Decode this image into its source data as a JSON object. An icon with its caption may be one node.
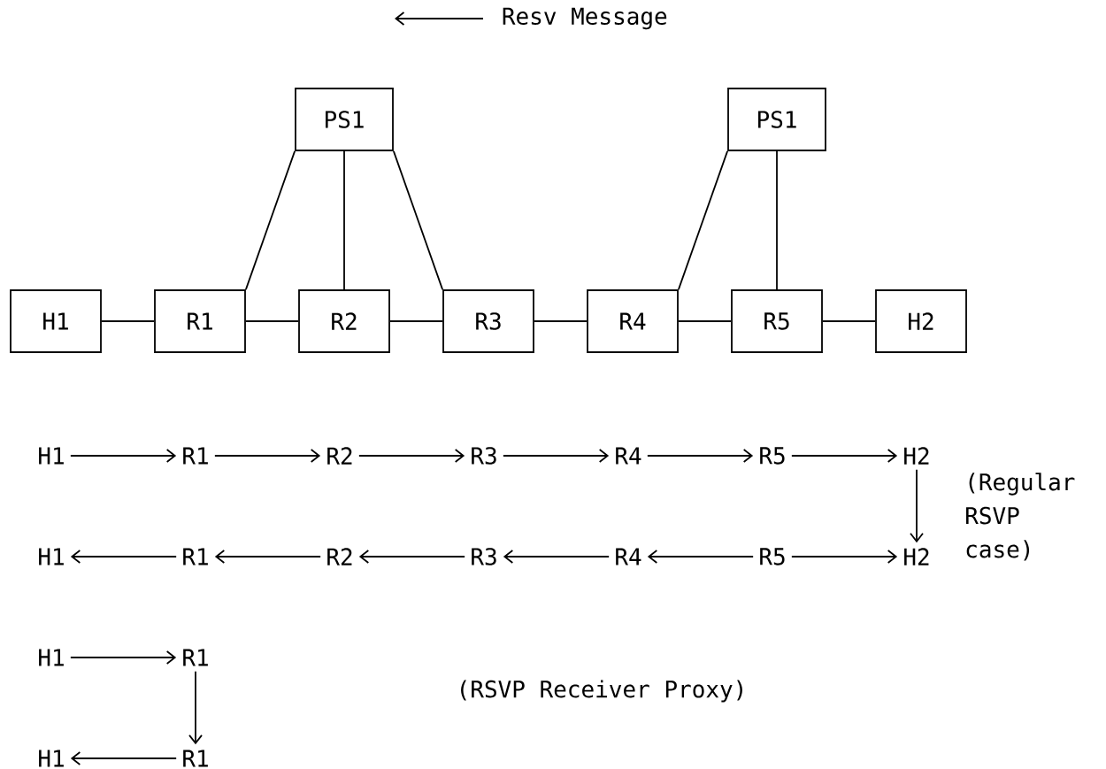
{
  "diagram": {
    "nodes": [
      {
        "text": [
          "PS1"
        ]
      },
      {
        "text": [
          "PS1"
        ]
      },
      {
        "text": [
          "H1"
        ]
      },
      {
        "text": [
          "R1"
        ]
      },
      {
        "text": [
          "R2"
        ]
      },
      {
        "text": [
          "R3"
        ]
      },
      {
        "text": [
          "R4"
        ]
      },
      {
        "text": [
          "R5"
        ]
      },
      {
        "text": [
          "H2"
        ]
      },
      {
        "text": [
          "H1"
        ]
      },
      {
        "text": [
          "R1"
        ]
      },
      {
        "text": [
          "R2"
        ]
      },
      {
        "text": [
          "R3"
        ]
      },
      {
        "text": [
          "R4"
        ]
      },
      {
        "text": [
          "R5"
        ]
      },
      {
        "text": [
          "H2"
        ]
      },
      {
        "text": [
          "H1"
        ]
      },
      {
        "text": [
          "R1"
        ]
      },
      {
        "text": [
          "R2"
        ]
      },
      {
        "text": [
          "R3"
        ]
      },
      {
        "text": [
          "R4"
        ]
      },
      {
        "text": [
          "R5"
        ]
      },
      {
        "text": [
          "H2"
        ]
      },
      {
        "text": [
          "H1"
        ]
      },
      {
        "text": [
          "R1"
        ]
      },
      {
        "text": [
          "H1"
        ]
      },
      {
        "text": [
          "R1"
        ]
      }
    ],
    "edges": [
      {
        "from": 0,
        "to": 3,
        "arrow": "none"
      },
      {
        "from": 0,
        "to": 4,
        "arrow": "none"
      },
      {
        "from": 0,
        "to": 5,
        "arrow": "none"
      },
      {
        "from": 1,
        "to": 6,
        "arrow": "none"
      },
      {
        "from": 1,
        "to": 7,
        "arrow": "none"
      },
      {
        "from": 2,
        "to": 3,
        "arrow": "none"
      },
      {
        "from": 3,
        "to": 4,
        "arrow": "none"
      },
      {
        "from": 4,
        "to": 5,
        "arrow": "none"
      },
      {
        "from": 5,
        "to": 6,
        "arrow": "none"
      },
      {
        "from": 6,
        "to": 7,
        "arrow": "none"
      },
      {
        "from": 7,
        "to": 8,
        "arrow": "none"
      },
      {
        "from": 9,
        "to": 10,
        "arrow": "to"
      },
      {
        "from": 10,
        "to": 11,
        "arrow": "to"
      },
      {
        "from": 11,
        "to": 12,
        "arrow": "to"
      },
      {
        "from": 12,
        "to": 13,
        "arrow": "to"
      },
      {
        "from": 13,
        "to": 14,
        "arrow": "to"
      },
      {
        "from": 14,
        "to": 15,
        "arrow": "to"
      },
      {
        "from": 15,
        "to": 22,
        "arrow": "to"
      },
      {
        "from": 17,
        "to": 16,
        "arrow": "to"
      },
      {
        "from": 18,
        "to": 17,
        "arrow": "to"
      },
      {
        "from": 19,
        "to": 18,
        "arrow": "to"
      },
      {
        "from": 20,
        "to": 19,
        "arrow": "to"
      },
      {
        "from": 21,
        "to": 20,
        "arrow": "to"
      },
      {
        "from": 21,
        "to": 22,
        "arrow": "to"
      },
      {
        "from": 23,
        "to": 24,
        "arrow": "to"
      },
      {
        "from": 24,
        "to": 26,
        "arrow": "to"
      },
      {
        "from": 26,
        "to": 25,
        "arrow": "to"
      }
    ],
    "labels": [
      "Resv Message",
      "(Regular RSVP case)",
      "(RSVP Receiver Proxy)"
    ]
  }
}
